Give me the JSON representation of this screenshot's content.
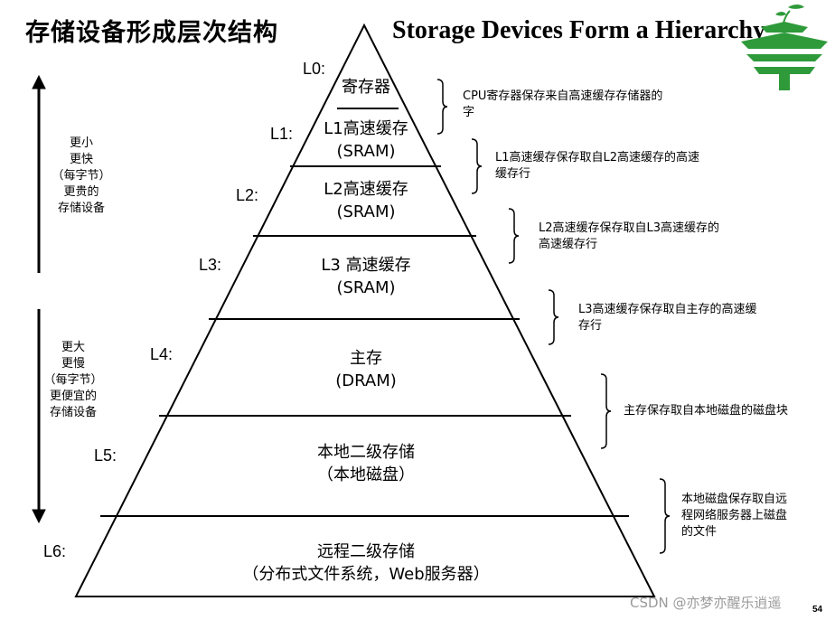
{
  "title_cn": "存储设备形成层次结构",
  "title_en": "Storage Devices Form a Hierarchy",
  "levels": [
    {
      "label": "L0:",
      "line1": "寄存器",
      "line2": ""
    },
    {
      "label": "L1:",
      "line1": "L1高速缓存",
      "line2": "(SRAM)"
    },
    {
      "label": "L2:",
      "line1": "L2高速缓存",
      "line2": "(SRAM)"
    },
    {
      "label": "L3:",
      "line1": "L3 高速缓存",
      "line2": "(SRAM)"
    },
    {
      "label": "L4:",
      "line1": "主存",
      "line2": "(DRAM)"
    },
    {
      "label": "L5:",
      "line1": "本地二级存储",
      "line2": "（本地磁盘）"
    },
    {
      "label": "L6:",
      "line1": "远程二级存储",
      "line2": "（分布式文件系统，Web服务器）"
    }
  ],
  "top_side": [
    "更小",
    "更快",
    "（每字节）",
    "更贵的",
    "存储设备"
  ],
  "bottom_side": [
    "更大",
    "更慢",
    "（每字节）",
    "更便宜的",
    "存储设备"
  ],
  "notes": [
    [
      "CPU寄存器保存来自高速缓存存储器的",
      "字"
    ],
    [
      "L1高速缓存保存取自L2高速缓存的高速",
      "缓存行"
    ],
    [
      "L2高速缓存保存取自L3高速缓存的",
      "高速缓存行"
    ],
    [
      "L3高速缓存保存取自主存的高速缓",
      "存行"
    ],
    [
      "主存保存取自本地磁盘的磁盘块"
    ],
    [
      "本地磁盘保存取自远",
      "程网络服务器上磁盘",
      "的文件"
    ]
  ],
  "watermark": "CSDN @亦梦亦醒乐逍遥",
  "page_number": "54",
  "colors": {
    "logo_green": "#2e9a3a",
    "watermark_gray": "#9a9a9a"
  }
}
